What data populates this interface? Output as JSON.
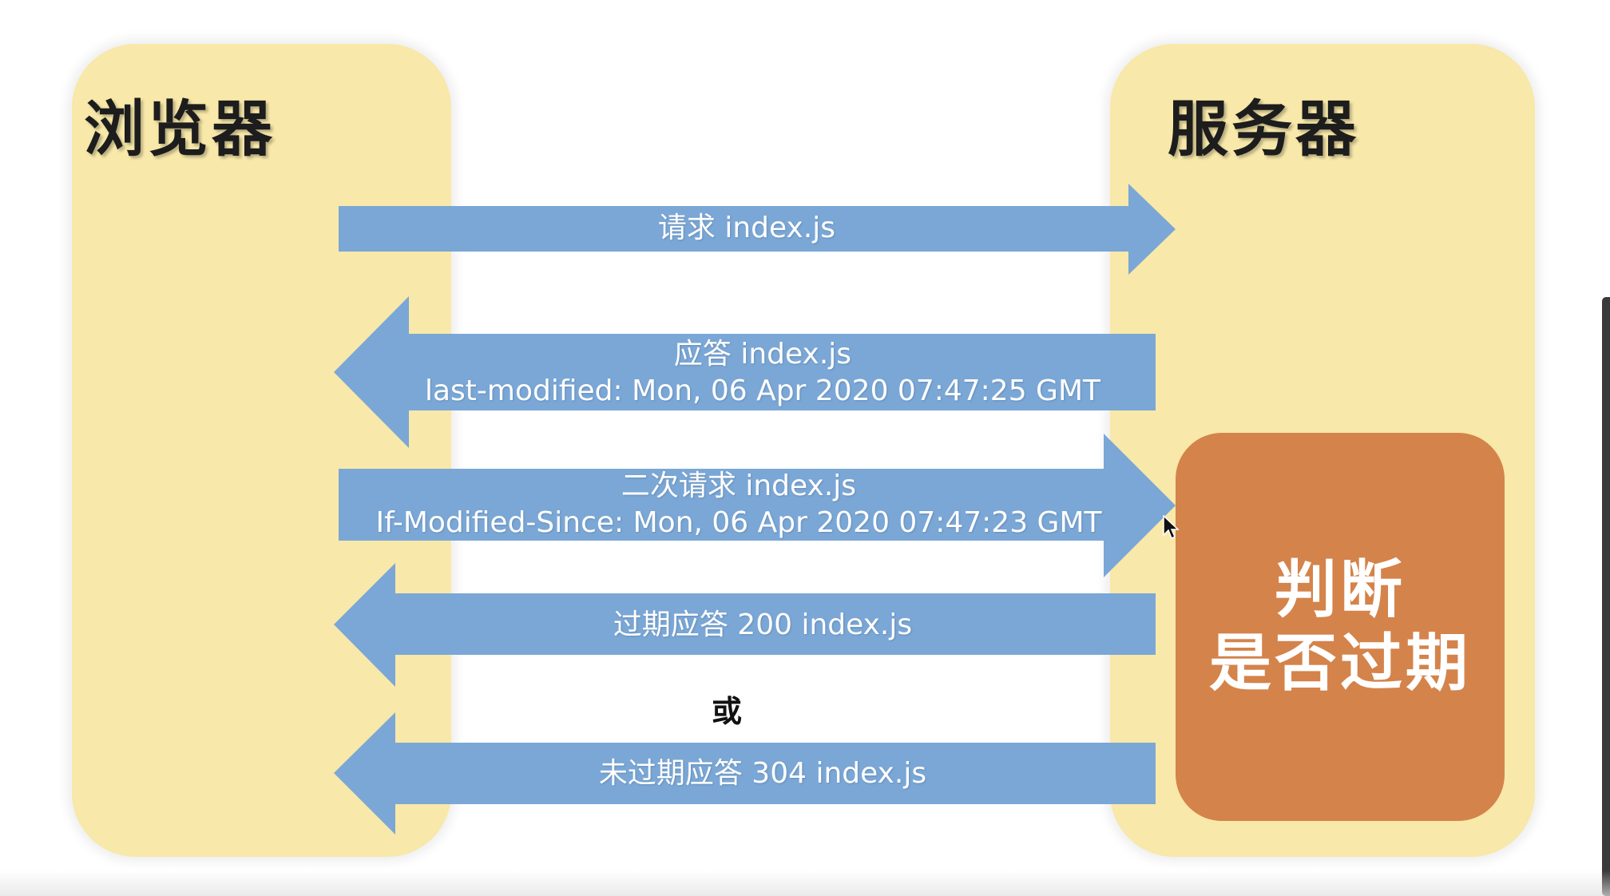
{
  "panels": {
    "browser_title": "浏览器",
    "server_title": "服务器"
  },
  "messages": {
    "request": "请求 index.js",
    "response_line1": "应答 index.js",
    "response_line2": "last-modified: Mon, 06 Apr 2020 07:47:25 GMT",
    "second_request_line1": "二次请求 index.js",
    "second_request_line2": "If-Modified-Since: Mon, 06 Apr 2020 07:47:23 GMT",
    "expired_response": "过期应答  200 index.js",
    "or": "或",
    "not_expired_response": "未过期应答  304 index.js"
  },
  "judge": {
    "line1": "判断",
    "line2": "是否过期"
  },
  "colors": {
    "panel": "#f8e8a9",
    "arrow": "#7aa7d6",
    "judge_box": "#d4834b"
  }
}
